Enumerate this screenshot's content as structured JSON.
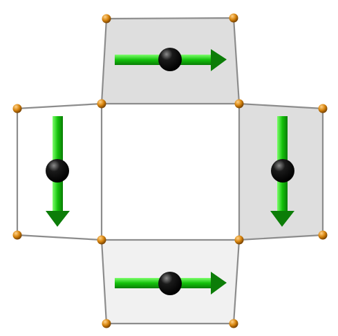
{
  "colors": {
    "background": "#ffffff",
    "plaquette_shaded": "#dedede",
    "plaquette_light": "#f1f1f1",
    "center_face": "#ffffff",
    "edge": "#8c8c8c",
    "vertex": "#d9860f",
    "arrow": "#13c10b",
    "arrow_head": "#0c7d08",
    "spin_sphere": "#000000"
  },
  "icons": {
    "vertex": "orange-sphere",
    "spin": "black-sphere",
    "moment": "green-arrow"
  },
  "plaquettes": [
    {
      "name": "top",
      "shade": "shaded",
      "arrow_direction": "right"
    },
    {
      "name": "left",
      "shade": "white",
      "arrow_direction": "down"
    },
    {
      "name": "right",
      "shade": "shaded",
      "arrow_direction": "down"
    },
    {
      "name": "bottom",
      "shade": "light",
      "arrow_direction": "right"
    }
  ]
}
